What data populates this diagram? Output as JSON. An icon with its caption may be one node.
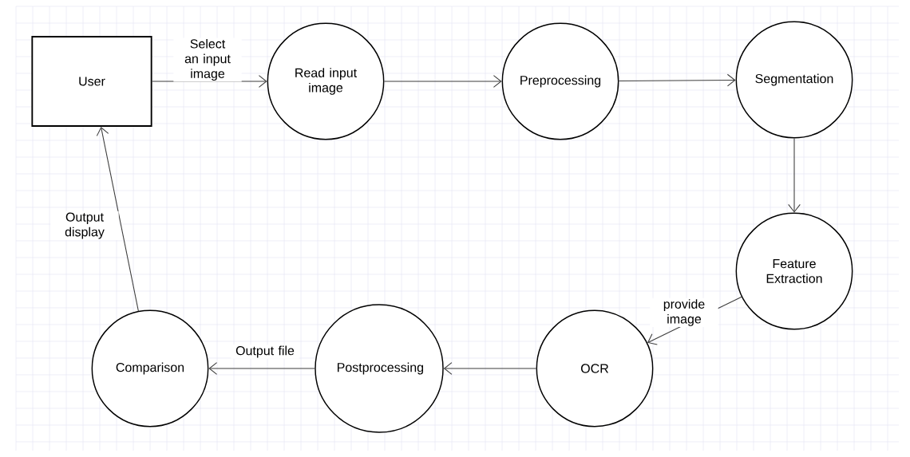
{
  "diagram": {
    "nodes": [
      {
        "text": [
          "User"
        ]
      },
      {
        "text": [
          "Read input image"
        ]
      },
      {
        "text": [
          "Preprocessing"
        ]
      },
      {
        "text": [
          "Segmentation"
        ]
      },
      {
        "text": [
          "Feature Extraction"
        ]
      },
      {
        "text": [
          "OCR"
        ]
      },
      {
        "text": [
          "Postprocessing"
        ]
      },
      {
        "text": [
          "Comparison"
        ]
      }
    ],
    "edges": [
      {
        "from": 0,
        "to": 1,
        "arrow": "to",
        "label": "Select an input image"
      },
      {
        "from": 1,
        "to": 2,
        "arrow": "to"
      },
      {
        "from": 2,
        "to": 3,
        "arrow": "to"
      },
      {
        "from": 3,
        "to": 4,
        "arrow": "to"
      },
      {
        "from": 4,
        "to": 5,
        "arrow": "to",
        "label": "provide image"
      },
      {
        "from": 5,
        "to": 6,
        "arrow": "to"
      },
      {
        "from": 6,
        "to": 7,
        "arrow": "to",
        "label": "Output file"
      },
      {
        "from": 7,
        "to": 0,
        "arrow": "to",
        "label": "Output display"
      }
    ]
  }
}
